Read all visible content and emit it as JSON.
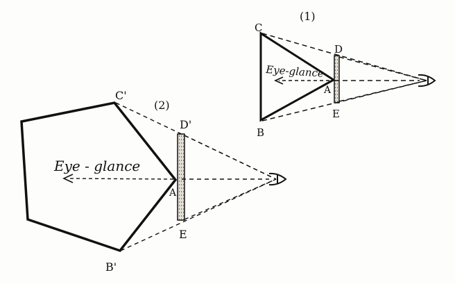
{
  "figure1": {
    "number": "(1)",
    "caption": "Eye-glance",
    "points": {
      "C": "C",
      "B": "B",
      "A": "A",
      "D": "D",
      "E": "E"
    }
  },
  "figure2": {
    "number": "(2)",
    "caption": "Eye - glance",
    "points": {
      "C": "C'",
      "B": "B'",
      "A": "A'",
      "D": "D'",
      "E": "E"
    }
  },
  "eye_icon": "eye-icon",
  "colors": {
    "ink": "#111111",
    "paper": "#fdfdfb",
    "screen": "#d8d4cc"
  }
}
